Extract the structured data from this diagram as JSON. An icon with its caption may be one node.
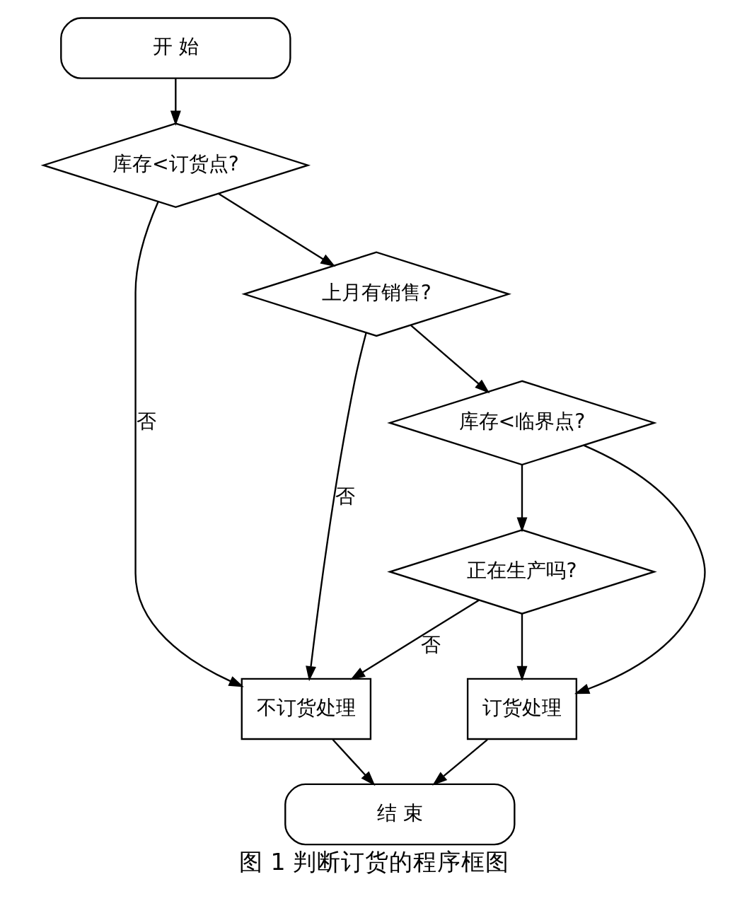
{
  "diagram": {
    "caption": "图 1 判断订货的程序框图",
    "nodes": [
      {
        "text": [
          "开 始"
        ]
      },
      {
        "text": [
          "库存<订货点?"
        ]
      },
      {
        "text": [
          "上月有销售?"
        ]
      },
      {
        "text": [
          "库存<临界点?"
        ]
      },
      {
        "text": [
          "正在生产吗?"
        ]
      },
      {
        "text": [
          "不订货处理"
        ]
      },
      {
        "text": [
          "订货处理"
        ]
      },
      {
        "text": [
          "结 束"
        ]
      }
    ],
    "edges": [
      {
        "from": 0,
        "to": 1,
        "arrow": "to"
      },
      {
        "from": 1,
        "to": 2,
        "arrow": "to"
      },
      {
        "from": 1,
        "to": 5,
        "arrow": "to",
        "label": "否"
      },
      {
        "from": 2,
        "to": 3,
        "arrow": "to"
      },
      {
        "from": 2,
        "to": 5,
        "arrow": "to",
        "label": "否"
      },
      {
        "from": 3,
        "to": 4,
        "arrow": "to"
      },
      {
        "from": 3,
        "to": 6,
        "arrow": "to"
      },
      {
        "from": 4,
        "to": 5,
        "arrow": "to",
        "label": "否"
      },
      {
        "from": 4,
        "to": 6,
        "arrow": "to"
      },
      {
        "from": 5,
        "to": 7,
        "arrow": "to"
      },
      {
        "from": 6,
        "to": 7,
        "arrow": "to"
      }
    ]
  }
}
